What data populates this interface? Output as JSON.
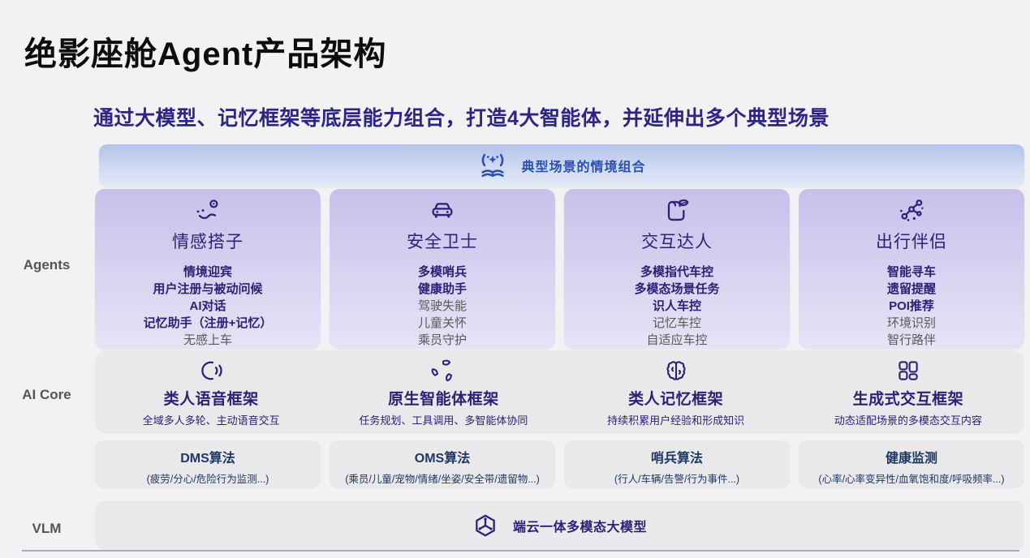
{
  "page": {
    "title": "绝影座舱Agent产品架构",
    "subtitle": "通过大模型、记忆框架等底层能力组合，打造4大智能体，并延伸出多个典型场景"
  },
  "row_labels": {
    "agents": "Agents",
    "ai_core": "AI Core",
    "vlm": "VLM"
  },
  "banner": {
    "label": "典型场景的情境组合",
    "icon": "sparkle-hands-icon"
  },
  "agents": {
    "cards": [
      {
        "title": "情感搭子",
        "icon": "route-pin-icon",
        "highlight_items": [
          "情境迎宾",
          "用户注册与被动问候",
          "AI对话",
          "记忆助手（注册+记忆）"
        ],
        "normal_items": [
          "无感上车"
        ]
      },
      {
        "title": "安全卫士",
        "icon": "car-icon",
        "highlight_items": [
          "多模哨兵",
          "健康助手"
        ],
        "normal_items": [
          "驾驶失能",
          "儿童关怀",
          "乘员守护"
        ]
      },
      {
        "title": "交互达人",
        "icon": "scroll-leaf-icon",
        "highlight_items": [
          "多模指代车控",
          "多模态场景任务",
          "识人车控"
        ],
        "normal_items": [
          "记忆车控",
          "自适应车控"
        ]
      },
      {
        "title": "出行伴侣",
        "icon": "network-dots-icon",
        "highlight_items": [
          "智能寻车",
          "遗留提醒",
          "POI推荐"
        ],
        "normal_items": [
          "环境识别",
          "智行路伴"
        ]
      }
    ]
  },
  "ai_core": {
    "items": [
      {
        "title": "类人语音框架",
        "desc": "全域多人多轮、主动语音交互",
        "icon": "speaking-head-icon"
      },
      {
        "title": "原生智能体框架",
        "desc": "任务规划、工具调用、多智能体协同",
        "icon": "leaf-cycle-icon"
      },
      {
        "title": "类人记忆框架",
        "desc": "持续积累用户经验和形成知识",
        "icon": "brain-icon"
      },
      {
        "title": "生成式交互框架",
        "desc": "动态适配场景的多模态交互内容",
        "icon": "layout-blocks-icon"
      }
    ]
  },
  "algorithms": {
    "items": [
      {
        "title": "DMS算法",
        "desc": "(疲劳/分心/危险行为监测...)"
      },
      {
        "title": "OMS算法",
        "desc": "(乘员/儿童/宠物/情绪/坐姿/安全带/遗留物...)"
      },
      {
        "title": "哨兵算法",
        "desc": "(行人/车辆/告警/行为事件...)"
      },
      {
        "title": "健康监测",
        "desc": "(心率/心率变异性/血氧饱和度/呼吸频率...)"
      }
    ]
  },
  "vlm": {
    "label": "端云一体多模态大模型",
    "icon": "cube-network-icon"
  },
  "colors": {
    "accent_purple": "#2d2176",
    "banner_blue": "#2a50b0",
    "algo_navy": "#1f3864",
    "gray_text": "#595959",
    "card_gradient_top": "#c7c1ea",
    "card_gradient_bottom": "#e6e3f6",
    "banner_gradient_top": "#b2c2e8",
    "banner_gradient_bottom": "#e3e9f8",
    "bar_bg": "#e9e8eb",
    "page_bg": "#f2f1f4"
  }
}
